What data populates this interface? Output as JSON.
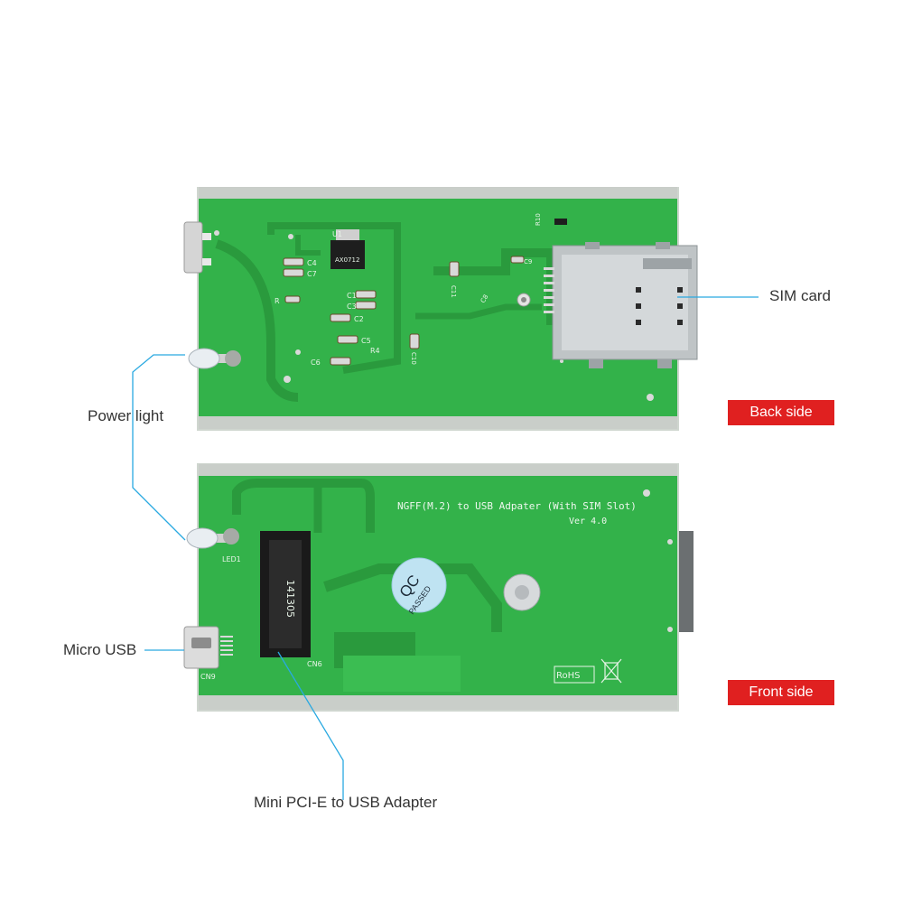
{
  "callouts": {
    "sim_card": "SIM card",
    "power_light": "Power light",
    "micro_usb": "Micro USB",
    "adapter": "Mini PCI-E to USB Adapter"
  },
  "badges": {
    "back": "Back side",
    "front": "Front side"
  },
  "pcb_labels": {
    "title": "NGFF(M.2) to USB Adpater (With SIM Slot)",
    "version": "Ver 4.0",
    "qc_top": "QC",
    "qc_bottom": "PASSED",
    "led": "LED1",
    "connector_usb": "CN9",
    "connector_slot": "CN6",
    "slot_code": "141305",
    "rohs": "RoHS",
    "regulator": "AX0712",
    "u1": "U1",
    "c4": "C4",
    "c7": "C7",
    "c1": "C1",
    "c3": "C3",
    "c2": "C2",
    "c5": "C5",
    "c6": "C6",
    "r4": "R4",
    "r": "R",
    "c9": "C9",
    "c11": "C11",
    "c8": "C8",
    "c10": "C10",
    "r10": "R10"
  },
  "colors": {
    "pcb_green": "#33b24a",
    "leader_line": "#29a9e1",
    "badge_red": "#e02020"
  }
}
